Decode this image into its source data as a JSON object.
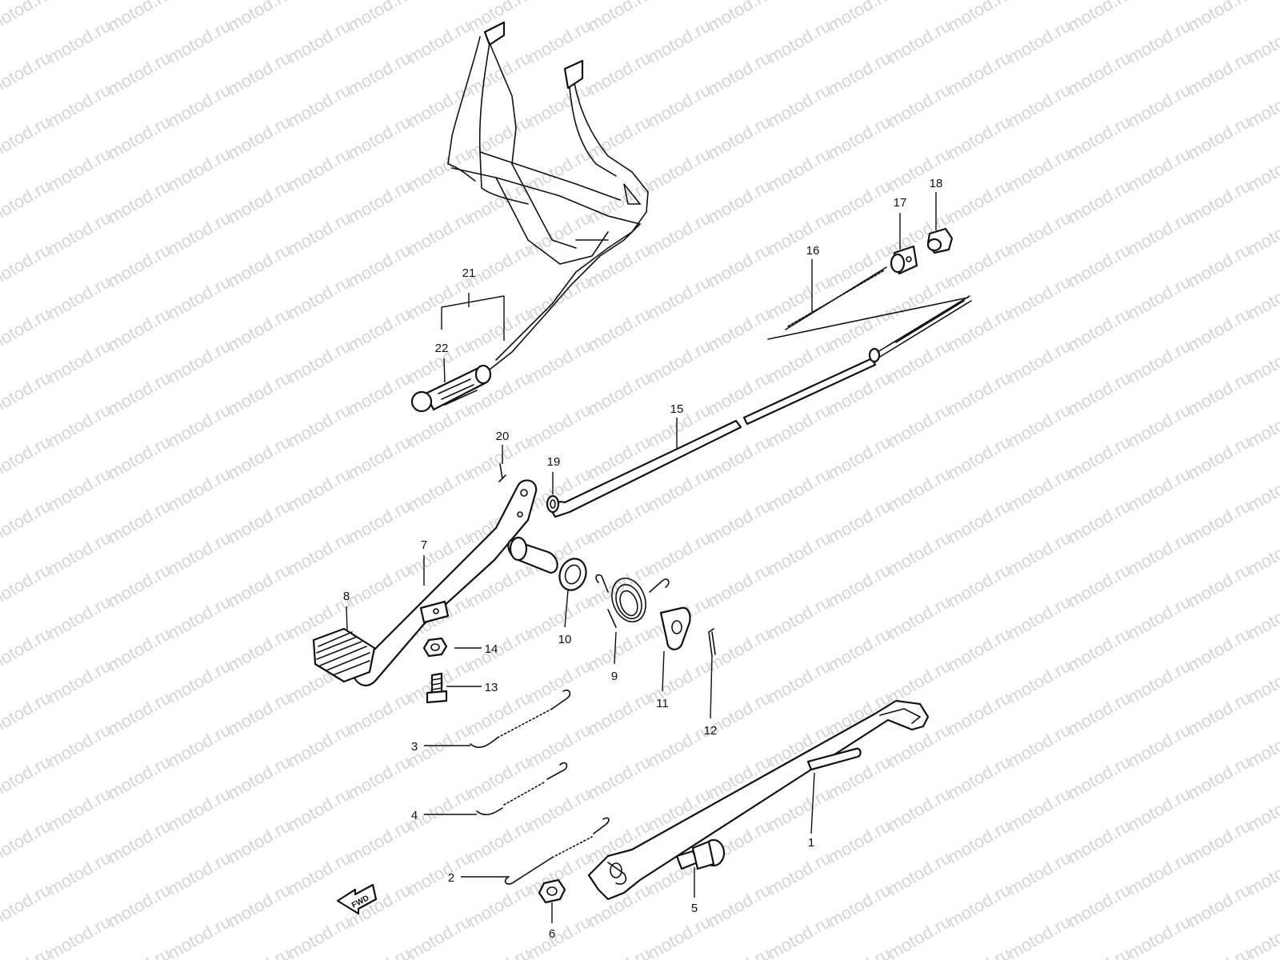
{
  "watermark": "motod.ru",
  "fwd_label": "FWD",
  "callouts": [
    {
      "id": "1",
      "label": "1"
    },
    {
      "id": "2",
      "label": "2"
    },
    {
      "id": "3",
      "label": "3"
    },
    {
      "id": "4",
      "label": "4"
    },
    {
      "id": "5",
      "label": "5"
    },
    {
      "id": "6",
      "label": "6"
    },
    {
      "id": "7",
      "label": "7"
    },
    {
      "id": "8",
      "label": "8"
    },
    {
      "id": "9",
      "label": "9"
    },
    {
      "id": "10",
      "label": "10"
    },
    {
      "id": "11",
      "label": "11"
    },
    {
      "id": "12",
      "label": "12"
    },
    {
      "id": "13",
      "label": "13"
    },
    {
      "id": "14",
      "label": "14"
    },
    {
      "id": "15",
      "label": "15"
    },
    {
      "id": "16",
      "label": "16"
    },
    {
      "id": "17",
      "label": "17"
    },
    {
      "id": "18",
      "label": "18"
    },
    {
      "id": "19",
      "label": "19"
    },
    {
      "id": "20",
      "label": "20"
    },
    {
      "id": "21",
      "label": "21"
    },
    {
      "id": "22",
      "label": "22"
    }
  ]
}
